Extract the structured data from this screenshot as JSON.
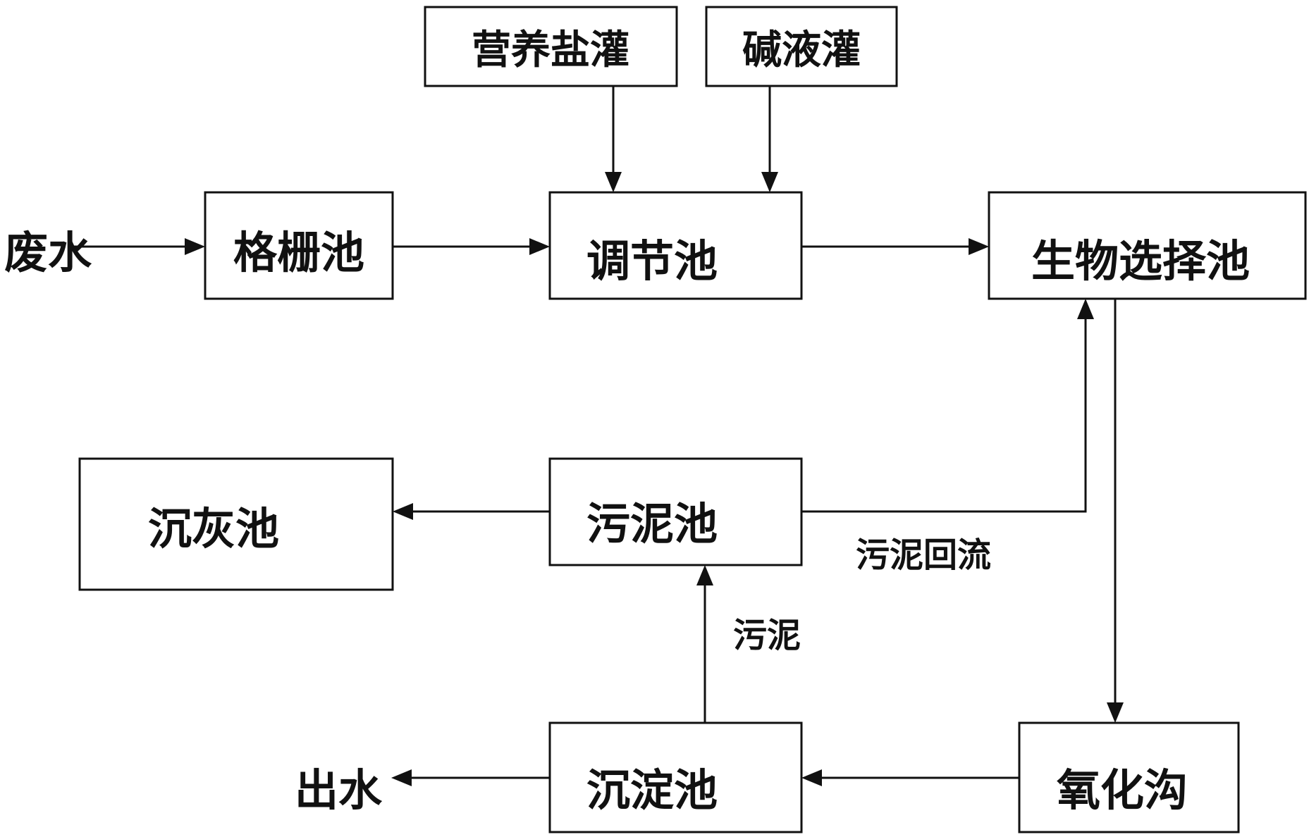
{
  "nodes": {
    "yingyang": "营养盐灌",
    "jianye": "碱液灌",
    "gezha": "格栅池",
    "tiaojie": "调节池",
    "shengwu": "生物选择池",
    "chenhui": "沉灰池",
    "wuni": "污泥池",
    "chendian": "沉淀池",
    "yanghua": "氧化沟"
  },
  "labels": {
    "feishui": "废水",
    "chushui": "出水",
    "wuni_huiliu": "污泥回流",
    "wuni_flow": "污泥"
  }
}
